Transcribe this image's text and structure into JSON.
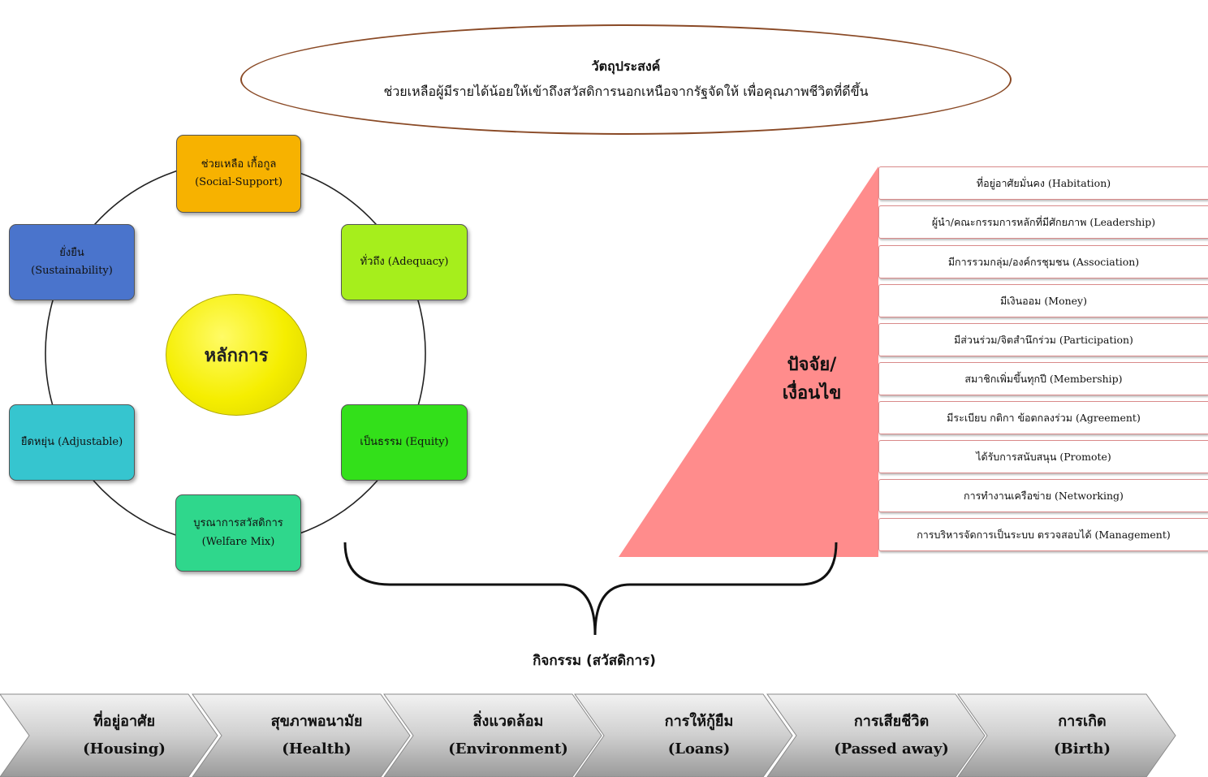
{
  "objective": {
    "title": "วัตถุประสงค์",
    "text": "ช่วยเหลือผู้มีรายได้น้อยให้เข้าถึงสวัสดิการนอกเหนือจากรัฐจัดให้ เพื่อคุณภาพชีวิตที่ดีขึ้น"
  },
  "principles": {
    "center": "หลักการ",
    "items": [
      {
        "line1": "ช่วยเหลือ เกื้อกูล",
        "line2": "(Social-Support)",
        "color": "#f7b200"
      },
      {
        "line1": "ทั่วถึง (Adequacy)",
        "line2": "",
        "color": "#a6ee1c"
      },
      {
        "line1": "เป็นธรรม (Equity)",
        "line2": "",
        "color": "#33e01a"
      },
      {
        "line1": "บูรณาการสวัสดิการ",
        "line2": "(Welfare Mix)",
        "color": "#2fd78c"
      },
      {
        "line1": "ยืดหยุ่น (Adjustable)",
        "line2": "",
        "color": "#36c5cf"
      },
      {
        "line1": "ยั่งยืน",
        "line2": "(Sustainability)",
        "color": "#4a74cc"
      }
    ]
  },
  "factors": {
    "label_line1": "ปัจจัย/",
    "label_line2": "เงื่อนไข",
    "items": [
      "ที่อยู่อาศัยมั่นคง (Habitation)",
      "ผู้นำ/คณะกรรมการหลักที่มีศักยภาพ (Leadership)",
      "มีการรวมกลุ่ม/องค์กรชุมชน (Association)",
      "มีเงินออม (Money)",
      "มีส่วนร่วม/จิตสำนึกร่วม (Participation)",
      "สมาชิกเพิ่มขึ้นทุกปี (Membership)",
      "มีระเบียบ กติกา ข้อตกลงร่วม (Agreement)",
      "ได้รับการสนับสนุน (Promote)",
      "การทำงานเครือข่าย (Networking)",
      "การบริหารจัดการเป็นระบบ ตรวจสอบได้ (Management)"
    ],
    "triangle_color": "#ff8c8c"
  },
  "activities": {
    "label": "กิจกรรม (สวัสดิการ)",
    "items": [
      {
        "th": "ที่อยู่อาศัย",
        "en": "(Housing)"
      },
      {
        "th": "สุขภาพอนามัย",
        "en": "(Health)"
      },
      {
        "th": "สิ่งแวดล้อม",
        "en": "(Environment)"
      },
      {
        "th": "การให้กู้ยืม",
        "en": "(Loans)"
      },
      {
        "th": "การเสียชีวิต",
        "en": "(Passed away)"
      },
      {
        "th": "การเกิด",
        "en": "(Birth)"
      }
    ]
  }
}
